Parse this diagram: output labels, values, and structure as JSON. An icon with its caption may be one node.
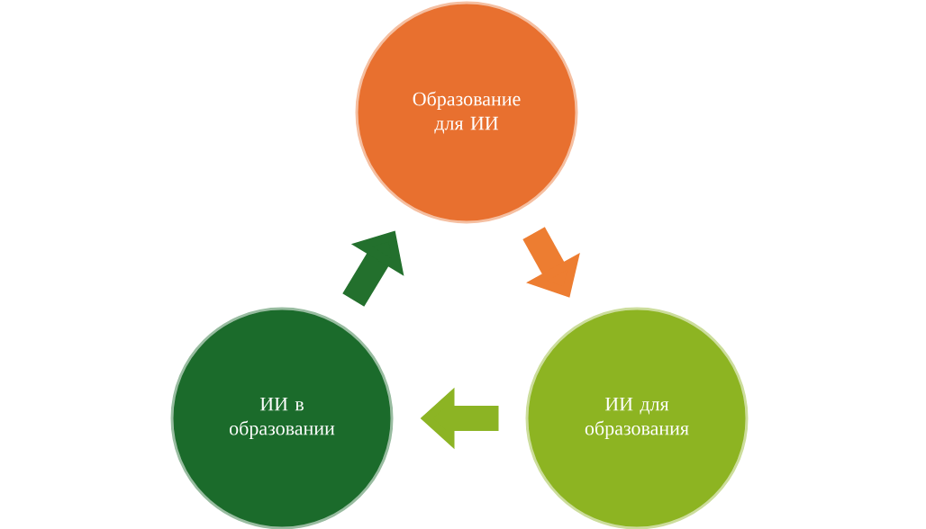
{
  "diagram": {
    "nodes": [
      {
        "text": [
          "Образование для ИИ"
        ]
      },
      {
        "text": [
          "ИИ в образовании"
        ]
      },
      {
        "text": [
          "ИИ для образования"
        ]
      }
    ],
    "edges": [
      {
        "from": 0,
        "to": 2,
        "arrow": "to",
        "color": "#ed7d31"
      },
      {
        "from": 2,
        "to": 1,
        "arrow": "to",
        "color": "#8cb424"
      },
      {
        "from": 1,
        "to": 0,
        "arrow": "to",
        "color": "#23702d"
      }
    ]
  }
}
